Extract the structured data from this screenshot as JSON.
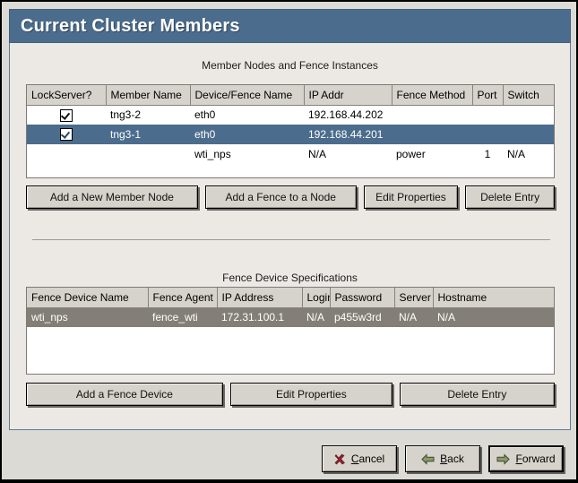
{
  "window": {
    "title": "Current Cluster Members"
  },
  "member_section": {
    "heading": "Member Nodes and Fence Instances",
    "columns": [
      "LockServer?",
      "Member Name",
      "Device/Fence Name",
      "IP Addr",
      "Fence Method",
      "Port",
      "Switch"
    ],
    "rows": [
      {
        "lockserver": "checked",
        "member_name": "tng3-2",
        "device_fence_name": "eth0",
        "ip_addr": "192.168.44.202",
        "fence_method": "",
        "port": "",
        "switch": "",
        "selected": false
      },
      {
        "lockserver": "checked",
        "member_name": "tng3-1",
        "device_fence_name": "eth0",
        "ip_addr": "192.168.44.201",
        "fence_method": "",
        "port": "",
        "switch": "",
        "selected": true
      },
      {
        "lockserver": "",
        "member_name": "",
        "device_fence_name": "wti_nps",
        "ip_addr": "N/A",
        "fence_method": "power",
        "port": "1",
        "switch": "N/A",
        "selected": false
      }
    ],
    "buttons": [
      {
        "label": "Add a New Member Node"
      },
      {
        "label": "Add a Fence to a Node"
      },
      {
        "label": "Edit Properties"
      },
      {
        "label": "Delete Entry"
      }
    ]
  },
  "fence_section": {
    "heading": "Fence Device Specifications",
    "columns": [
      "Fence Device Name",
      "Fence Agent",
      "IP Address",
      "Login",
      "Password",
      "Server",
      "Hostname"
    ],
    "rows": [
      {
        "fence_device_name": "wti_nps",
        "fence_agent": "fence_wti",
        "ip_address": "172.31.100.1",
        "login": "N/A",
        "password": "p455w3rd",
        "server": "N/A",
        "hostname": "N/A",
        "selected": true
      }
    ],
    "buttons": [
      {
        "label": "Add a Fence Device"
      },
      {
        "label": "Edit Properties"
      },
      {
        "label": "Delete Entry"
      }
    ]
  },
  "footer": {
    "buttons": [
      {
        "name": "cancel",
        "label": "Cancel",
        "mnemonic": "C",
        "icon": "cancel-x-icon",
        "default": false
      },
      {
        "name": "back",
        "label": "Back",
        "mnemonic": "B",
        "icon": "arrow-left-icon",
        "default": false
      },
      {
        "name": "forward",
        "label": "Forward",
        "mnemonic": "F",
        "icon": "arrow-right-icon",
        "default": true
      }
    ]
  },
  "colors": {
    "titlebar": "#4b6c8c",
    "selection_active": "#4b6c8c",
    "selection_inactive": "#847f76",
    "panel_bg": "#ece9e4",
    "dialog_bg": "#dcdad5",
    "header_bg": "#d6d3cc",
    "cancel_icon": "#8c2230",
    "arrow_icon": "#8a9a6b"
  }
}
